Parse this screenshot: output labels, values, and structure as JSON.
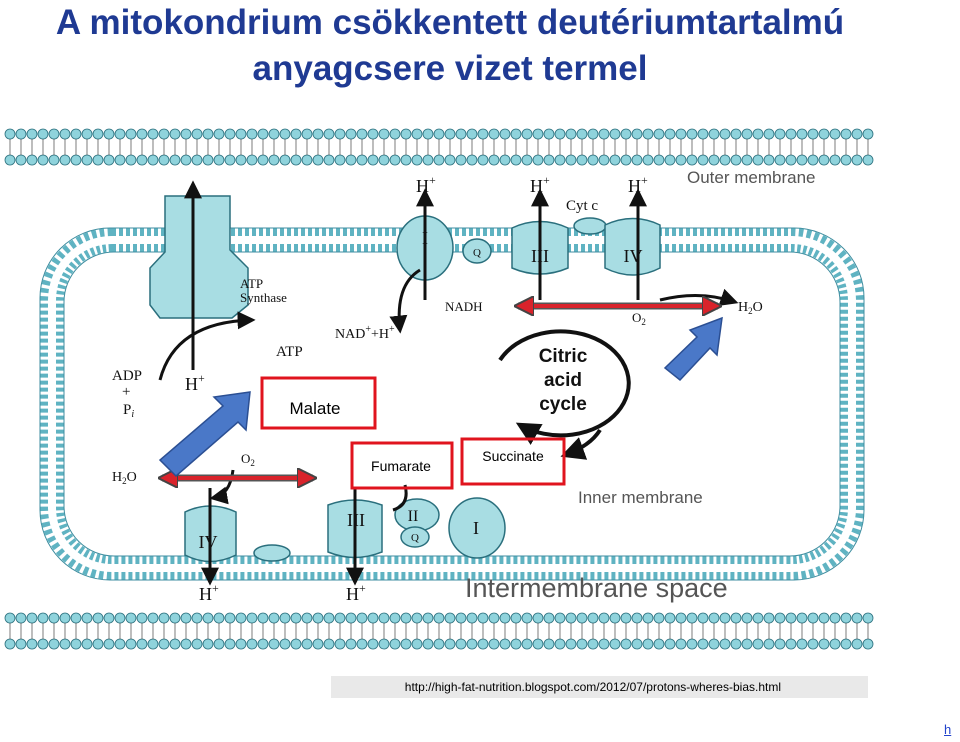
{
  "title": {
    "line1": "A mitokondrium csökkentett deutériumtartalmú",
    "line2": "anyagcsere vizet termel"
  },
  "diagram": {
    "labels": {
      "outer_membrane": "Outer membrane",
      "inner_membrane": "Inner membrane",
      "intermembrane_space": "Intermembrane space",
      "atp_synthase_1": "ATP",
      "atp_synthase_2": "Synthase",
      "atp": "ATP",
      "adp": "ADP",
      "plus": "+",
      "pi": "P",
      "pi_sub": "i",
      "h_plus": "H",
      "sup_plus": "+",
      "nad": "NAD",
      "nad_plus_h": "+H",
      "nadh": "NADH",
      "o2": "O",
      "o2_sub": "2",
      "h2o": "H",
      "h2o_sub": "2",
      "h2o_o": "O",
      "cyt_c": "Cyt c",
      "citric_1": "Citric",
      "citric_2": "acid",
      "citric_3": "cycle",
      "complex_I": "I",
      "complex_II": "II",
      "complex_III": "III",
      "complex_IV": "IV",
      "q": "Q"
    },
    "boxes": {
      "malate": "Malate",
      "fumarate": "Fumarate",
      "succinate": "Succinate"
    },
    "colors": {
      "title": "#1f3a93",
      "membrane_head": "#8fd3dc",
      "protein": "#a8dde3",
      "box_border": "#e0141e",
      "red_arrow": "#d9232b",
      "blue_arrow": "#4a78c8"
    }
  },
  "source": {
    "url": "http://high-fat-nutrition.blogspot.com/2012/07/protons-wheres-bias.html"
  },
  "corner_link": "h"
}
